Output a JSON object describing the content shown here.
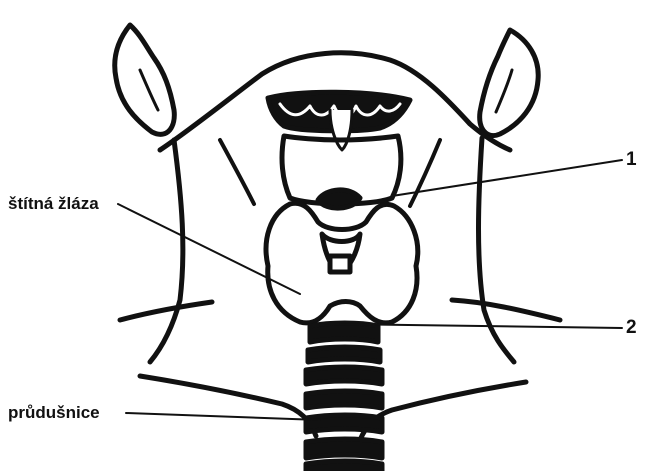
{
  "labels": {
    "thyroid": "štítná žláza",
    "trachea": "průdušnice",
    "marker_1": "1",
    "marker_2": "2"
  },
  "colors": {
    "ink": "#111111",
    "paper": "#ffffff"
  }
}
